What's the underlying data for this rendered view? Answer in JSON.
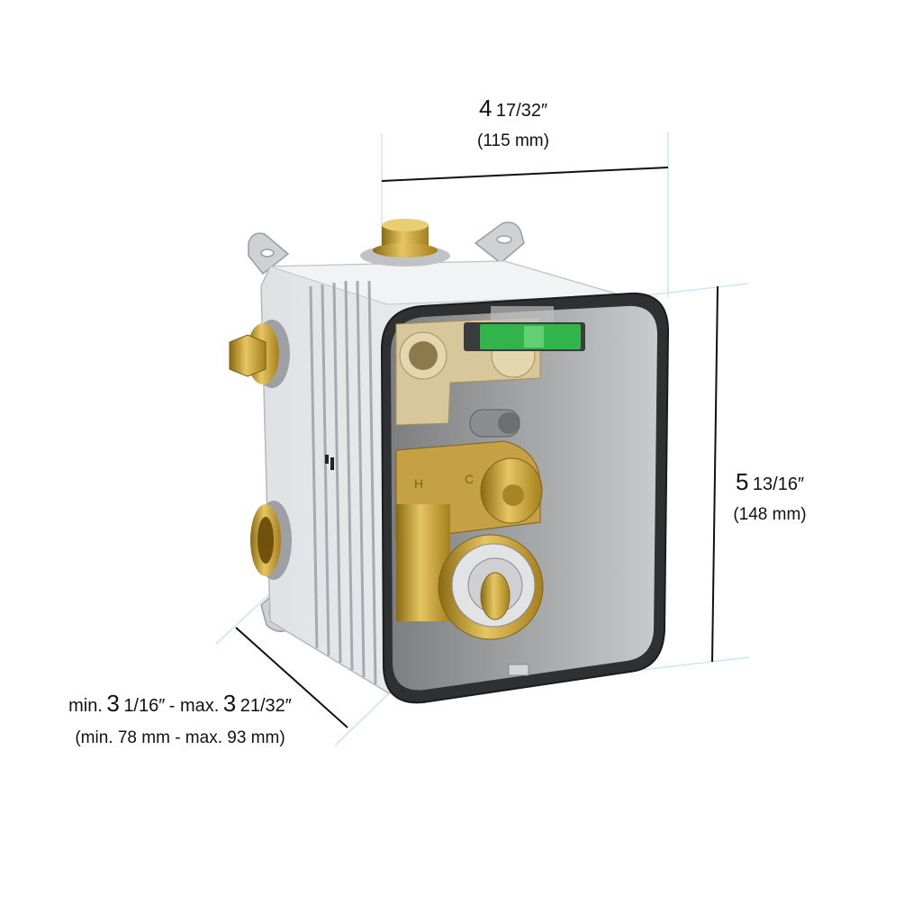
{
  "dimensions": {
    "width": {
      "whole": "4",
      "fraction": "17/32″",
      "metric": "(115 mm)"
    },
    "height": {
      "whole": "5",
      "fraction": "13/16″",
      "metric": "(148 mm)"
    },
    "depth": {
      "min_prefix": "min.",
      "min_whole": "3",
      "min_fraction": "1/16″",
      "separator": "- max.",
      "max_whole": "3",
      "max_fraction": "21/32″",
      "metric": "(min. 78 mm - max. 93 mm)"
    }
  },
  "product": {
    "name": "concealed-thermostatic-mixer-box",
    "markings": [
      "H",
      "C"
    ],
    "colors": {
      "brass": "#c9a227",
      "body": "#e9eaec",
      "cover": "#3b3b3d",
      "level": "#31b44a",
      "guide": "#bfe4f5"
    }
  }
}
